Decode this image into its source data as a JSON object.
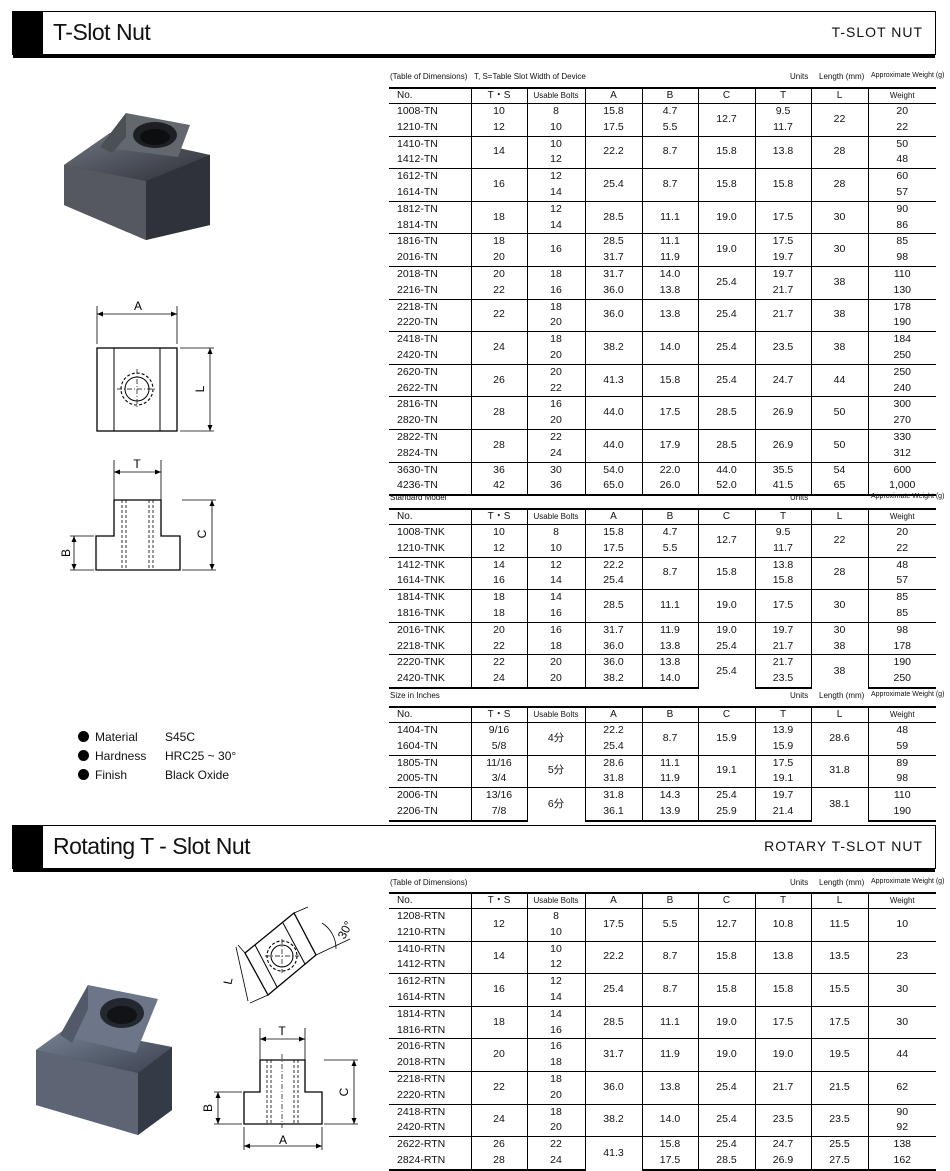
{
  "sections": {
    "tslot": {
      "title": "T-Slot Nut",
      "right_label": "T-SLOT NUT"
    },
    "rotating": {
      "title": "Rotating T - Slot Nut",
      "right_label": "ROTARY T-SLOT NUT"
    }
  },
  "captions": {
    "dims_note": "(Table of Dimensions)",
    "ts_note": "T, S=Table Slot Width of Device",
    "units": "Units",
    "length_unit": "Length (mm)",
    "weight_unit": "Approximate Weight (g)",
    "standard_model": "Standard Model",
    "size_in_inches": "Size in Inches"
  },
  "headers": [
    "No.",
    "T・S",
    "Usable Bolts",
    "A",
    "B",
    "C",
    "T",
    "L",
    "Weight"
  ],
  "diagram_labels": {
    "A": "A",
    "L": "L",
    "T": "T",
    "B": "B",
    "C": "C",
    "angle": "30°"
  },
  "specs": [
    {
      "key": "Material",
      "value": "S45C"
    },
    {
      "key": "Hardness",
      "value": "HRC25 ~ 30°"
    },
    {
      "key": "Finish",
      "value": "Black Oxide"
    }
  ],
  "tables": {
    "t1": [
      {
        "no": [
          "1008-TN",
          "1210-TN"
        ],
        "ts": [
          "10",
          "12"
        ],
        "bolts": [
          "8",
          "10"
        ],
        "a": [
          "15.8",
          "17.5"
        ],
        "b": [
          "4.7",
          "5.5"
        ],
        "c": [
          "12.7"
        ],
        "t": [
          "9.5",
          "11.7"
        ],
        "l": [
          "22"
        ],
        "w": [
          "20",
          "22"
        ]
      },
      {
        "no": [
          "1410-TN",
          "1412-TN"
        ],
        "ts": [
          "14"
        ],
        "bolts": [
          "10",
          "12"
        ],
        "a": [
          "22.2"
        ],
        "b": [
          "8.7"
        ],
        "c": [
          "15.8"
        ],
        "t": [
          "13.8"
        ],
        "l": [
          "28"
        ],
        "w": [
          "50",
          "48"
        ]
      },
      {
        "no": [
          "1612-TN",
          "1614-TN"
        ],
        "ts": [
          "16"
        ],
        "bolts": [
          "12",
          "14"
        ],
        "a": [
          "25.4"
        ],
        "b": [
          "8.7"
        ],
        "c": [
          "15.8"
        ],
        "t": [
          "15.8"
        ],
        "l": [
          "28"
        ],
        "w": [
          "60",
          "57"
        ]
      },
      {
        "no": [
          "1812-TN",
          "1814-TN"
        ],
        "ts": [
          "18"
        ],
        "bolts": [
          "12",
          "14"
        ],
        "a": [
          "28.5"
        ],
        "b": [
          "11.1"
        ],
        "c": [
          "19.0"
        ],
        "t": [
          "17.5"
        ],
        "l": [
          "30"
        ],
        "w": [
          "90",
          "86"
        ]
      },
      {
        "no": [
          "1816-TN",
          "2016-TN"
        ],
        "ts": [
          "18",
          "20"
        ],
        "bolts": [
          "16"
        ],
        "a": [
          "28.5",
          "31.7"
        ],
        "b": [
          "11.1",
          "11.9"
        ],
        "c": [
          "19.0"
        ],
        "t": [
          "17.5",
          "19.7"
        ],
        "l": [
          "30"
        ],
        "w": [
          "85",
          "98"
        ]
      },
      {
        "no": [
          "2018-TN",
          "2216-TN"
        ],
        "ts": [
          "20",
          "22"
        ],
        "bolts": [
          "18",
          "16"
        ],
        "a": [
          "31.7",
          "36.0"
        ],
        "b": [
          "14.0",
          "13.8"
        ],
        "c": [
          "25.4"
        ],
        "t": [
          "19.7",
          "21.7"
        ],
        "l": [
          "38"
        ],
        "w": [
          "110",
          "130"
        ]
      },
      {
        "no": [
          "2218-TN",
          "2220-TN"
        ],
        "ts": [
          "22"
        ],
        "bolts": [
          "18",
          "20"
        ],
        "a": [
          "36.0"
        ],
        "b": [
          "13.8"
        ],
        "c": [
          "25.4"
        ],
        "t": [
          "21.7"
        ],
        "l": [
          "38"
        ],
        "w": [
          "178",
          "190"
        ]
      },
      {
        "no": [
          "2418-TN",
          "2420-TN"
        ],
        "ts": [
          "24"
        ],
        "bolts": [
          "18",
          "20"
        ],
        "a": [
          "38.2"
        ],
        "b": [
          "14.0"
        ],
        "c": [
          "25.4"
        ],
        "t": [
          "23.5"
        ],
        "l": [
          "38"
        ],
        "w": [
          "184",
          "250"
        ]
      },
      {
        "no": [
          "2620-TN",
          "2622-TN"
        ],
        "ts": [
          "26"
        ],
        "bolts": [
          "20",
          "22"
        ],
        "a": [
          "41.3"
        ],
        "b": [
          "15.8"
        ],
        "c": [
          "25.4"
        ],
        "t": [
          "24.7"
        ],
        "l": [
          "44"
        ],
        "w": [
          "250",
          "240"
        ]
      },
      {
        "no": [
          "2816-TN",
          "2820-TN"
        ],
        "ts": [
          "28"
        ],
        "bolts": [
          "16",
          "20"
        ],
        "a": [
          "44.0"
        ],
        "b": [
          "17.5"
        ],
        "c": [
          "28.5"
        ],
        "t": [
          "26.9"
        ],
        "l": [
          "50"
        ],
        "w": [
          "300",
          "270"
        ]
      },
      {
        "no": [
          "2822-TN",
          "2824-TN"
        ],
        "ts": [
          "28"
        ],
        "bolts": [
          "22",
          "24"
        ],
        "a": [
          "44.0"
        ],
        "b": [
          "17.9"
        ],
        "c": [
          "28.5"
        ],
        "t": [
          "26.9"
        ],
        "l": [
          "50"
        ],
        "w": [
          "330",
          "312"
        ]
      },
      {
        "no": [
          "3630-TN",
          "4236-TN"
        ],
        "ts": [
          "36",
          "42"
        ],
        "bolts": [
          "30",
          "36"
        ],
        "a": [
          "54.0",
          "65.0"
        ],
        "b": [
          "22.0",
          "26.0"
        ],
        "c": [
          "44.0",
          "52.0"
        ],
        "t": [
          "35.5",
          "41.5"
        ],
        "l": [
          "54",
          "65"
        ],
        "w": [
          "600",
          "1,000"
        ]
      }
    ],
    "t2": [
      {
        "no": [
          "1008-TNK",
          "1210-TNK"
        ],
        "ts": [
          "10",
          "12"
        ],
        "bolts": [
          "8",
          "10"
        ],
        "a": [
          "15.8",
          "17.5"
        ],
        "b": [
          "4.7",
          "5.5"
        ],
        "c": [
          "12.7"
        ],
        "t": [
          "9.5",
          "11.7"
        ],
        "l": [
          "22"
        ],
        "w": [
          "20",
          "22"
        ]
      },
      {
        "no": [
          "1412-TNK",
          "1614-TNK"
        ],
        "ts": [
          "14",
          "16"
        ],
        "bolts": [
          "12",
          "14"
        ],
        "a": [
          "22.2",
          "25.4"
        ],
        "b": [
          "8.7"
        ],
        "c": [
          "15.8"
        ],
        "t": [
          "13.8",
          "15.8"
        ],
        "l": [
          "28"
        ],
        "w": [
          "48",
          "57"
        ]
      },
      {
        "no": [
          "1814-TNK",
          "1816-TNK"
        ],
        "ts": [
          "18",
          "18"
        ],
        "bolts": [
          "14",
          "16"
        ],
        "a": [
          "28.5"
        ],
        "b": [
          "11.1"
        ],
        "c": [
          "19.0"
        ],
        "t": [
          "17.5"
        ],
        "l": [
          "30"
        ],
        "w": [
          "85",
          "85"
        ]
      },
      {
        "no": [
          "2016-TNK",
          "2218-TNK"
        ],
        "ts": [
          "20",
          "22"
        ],
        "bolts": [
          "16",
          "18"
        ],
        "a": [
          "31.7",
          "36.0"
        ],
        "b": [
          "11.9",
          "13.8"
        ],
        "c": [
          "19.0",
          "25.4"
        ],
        "t": [
          "19.7",
          "21.7"
        ],
        "l": [
          "30",
          "38"
        ],
        "w": [
          "98",
          "178"
        ]
      },
      {
        "no": [
          "2220-TNK",
          "2420-TNK"
        ],
        "ts": [
          "22",
          "24"
        ],
        "bolts": [
          "20",
          "20"
        ],
        "a": [
          "36.0",
          "38.2"
        ],
        "b": [
          "13.8",
          "14.0"
        ],
        "c": [
          "25.4"
        ],
        "t": [
          "21.7",
          "23.5"
        ],
        "l": [
          "38"
        ],
        "w": [
          "190",
          "250"
        ]
      }
    ],
    "t3": [
      {
        "no": [
          "1404-TN",
          "1604-TN"
        ],
        "ts": [
          "9/16",
          "5/8"
        ],
        "bolts": [
          "4分"
        ],
        "a": [
          "22.2",
          "25.4"
        ],
        "b": [
          "8.7"
        ],
        "c": [
          "15.9"
        ],
        "t": [
          "13.9",
          "15.9"
        ],
        "l": [
          "28.6"
        ],
        "w": [
          "48",
          "59"
        ]
      },
      {
        "no": [
          "1805-TN",
          "2005-TN"
        ],
        "ts": [
          "11/16",
          "3/4"
        ],
        "bolts": [
          "5分"
        ],
        "a": [
          "28.6",
          "31.8"
        ],
        "b": [
          "11.1",
          "11.9"
        ],
        "c": [
          "19.1"
        ],
        "t": [
          "17.5",
          "19.1"
        ],
        "l": [
          "31.8"
        ],
        "w": [
          "89",
          "98"
        ]
      },
      {
        "no": [
          "2006-TN",
          "2206-TN"
        ],
        "ts": [
          "13/16",
          "7/8"
        ],
        "bolts": [
          "6分"
        ],
        "a": [
          "31.8",
          "36.1"
        ],
        "b": [
          "14.3",
          "13.9"
        ],
        "c": [
          "25.4",
          "25.9"
        ],
        "t": [
          "19.7",
          "21.4"
        ],
        "l": [
          "38.1"
        ],
        "w": [
          "110",
          "190"
        ]
      }
    ],
    "t4": [
      {
        "no": [
          "1208-RTN",
          "1210-RTN"
        ],
        "ts": [
          "12"
        ],
        "bolts": [
          "8",
          "10"
        ],
        "a": [
          "17.5"
        ],
        "b": [
          "5.5"
        ],
        "c": [
          "12.7"
        ],
        "t": [
          "10.8"
        ],
        "l": [
          "11.5"
        ],
        "w": [
          "10"
        ]
      },
      {
        "no": [
          "1410-RTN",
          "1412-RTN"
        ],
        "ts": [
          "14"
        ],
        "bolts": [
          "10",
          "12"
        ],
        "a": [
          "22.2"
        ],
        "b": [
          "8.7"
        ],
        "c": [
          "15.8"
        ],
        "t": [
          "13.8"
        ],
        "l": [
          "13.5"
        ],
        "w": [
          "23"
        ]
      },
      {
        "no": [
          "1612-RTN",
          "1614-RTN"
        ],
        "ts": [
          "16"
        ],
        "bolts": [
          "12",
          "14"
        ],
        "a": [
          "25.4"
        ],
        "b": [
          "8.7"
        ],
        "c": [
          "15.8"
        ],
        "t": [
          "15.8"
        ],
        "l": [
          "15.5"
        ],
        "w": [
          "30"
        ]
      },
      {
        "no": [
          "1814-RTN",
          "1816-RTN"
        ],
        "ts": [
          "18"
        ],
        "bolts": [
          "14",
          "16"
        ],
        "a": [
          "28.5"
        ],
        "b": [
          "11.1"
        ],
        "c": [
          "19.0"
        ],
        "t": [
          "17.5"
        ],
        "l": [
          "17.5"
        ],
        "w": [
          "30"
        ]
      },
      {
        "no": [
          "2016-RTN",
          "2018-RTN"
        ],
        "ts": [
          "20"
        ],
        "bolts": [
          "16",
          "18"
        ],
        "a": [
          "31.7"
        ],
        "b": [
          "11.9"
        ],
        "c": [
          "19.0"
        ],
        "t": [
          "19.0"
        ],
        "l": [
          "19.5"
        ],
        "w": [
          "44"
        ]
      },
      {
        "no": [
          "2218-RTN",
          "2220-RTN"
        ],
        "ts": [
          "22"
        ],
        "bolts": [
          "18",
          "20"
        ],
        "a": [
          "36.0"
        ],
        "b": [
          "13.8"
        ],
        "c": [
          "25.4"
        ],
        "t": [
          "21.7"
        ],
        "l": [
          "21.5"
        ],
        "w": [
          "62"
        ]
      },
      {
        "no": [
          "2418-RTN",
          "2420-RTN"
        ],
        "ts": [
          "24"
        ],
        "bolts": [
          "18",
          "20"
        ],
        "a": [
          "38.2"
        ],
        "b": [
          "14.0"
        ],
        "c": [
          "25.4"
        ],
        "t": [
          "23.5"
        ],
        "l": [
          "23.5"
        ],
        "w": [
          "90",
          "92"
        ]
      },
      {
        "no": [
          "2622-RTN",
          "2824-RTN"
        ],
        "ts": [
          "26",
          "28"
        ],
        "bolts": [
          "22",
          "24"
        ],
        "a": [
          "41.3"
        ],
        "b": [
          "15.8",
          "17.5"
        ],
        "c": [
          "25.4",
          "28.5"
        ],
        "t": [
          "24.7",
          "26.9"
        ],
        "l": [
          "25.5",
          "27.5"
        ],
        "w": [
          "138",
          "162"
        ]
      }
    ]
  }
}
